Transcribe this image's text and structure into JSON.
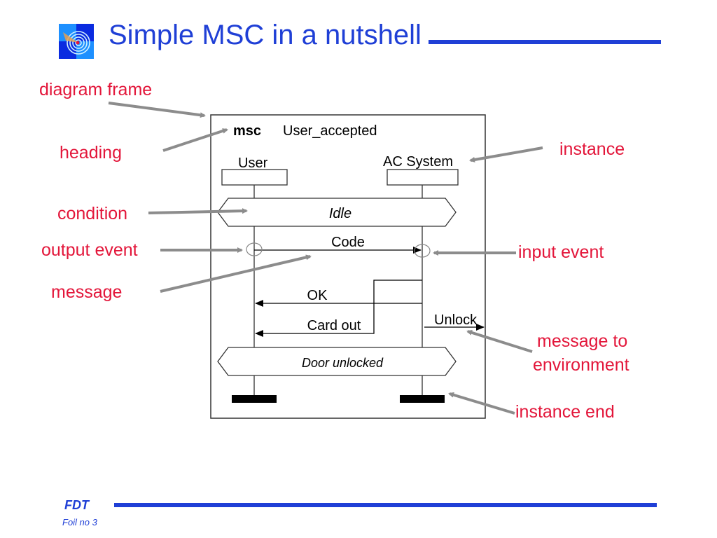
{
  "slide": {
    "title": "Simple MSC in a nutshell",
    "logo_icon": "radar-target-logo-icon",
    "footer": {
      "brand": "FDT",
      "foil": "Foil no 3"
    },
    "colors": {
      "title_blue": "#1f3fd6",
      "callout_red": "#e3163a",
      "arrow_gray": "#8c8c8c"
    }
  },
  "msc": {
    "keyword": "msc",
    "name": "User_accepted",
    "instances": [
      {
        "name": "User"
      },
      {
        "name": "AC System"
      }
    ],
    "conditions": [
      {
        "label": "Idle"
      },
      {
        "label": "Door unlocked"
      }
    ],
    "messages": [
      {
        "label": "Code",
        "from": "User",
        "to": "AC System"
      },
      {
        "label": "OK",
        "from": "AC System",
        "to": "User"
      },
      {
        "label": "Card out",
        "from": "AC System",
        "to": "User"
      },
      {
        "label": "Unlock",
        "from": "AC System",
        "to": "environment"
      }
    ]
  },
  "callouts": [
    {
      "id": "diagram-frame",
      "text": "diagram frame"
    },
    {
      "id": "heading",
      "text": "heading"
    },
    {
      "id": "instance",
      "text": "instance"
    },
    {
      "id": "condition",
      "text": "condition"
    },
    {
      "id": "output-event",
      "text": "output event"
    },
    {
      "id": "input-event",
      "text": "input event"
    },
    {
      "id": "message",
      "text": "message"
    },
    {
      "id": "message-to-environment-1",
      "text": "message to"
    },
    {
      "id": "message-to-environment-2",
      "text": "environment"
    },
    {
      "id": "instance-end",
      "text": "instance end"
    }
  ]
}
